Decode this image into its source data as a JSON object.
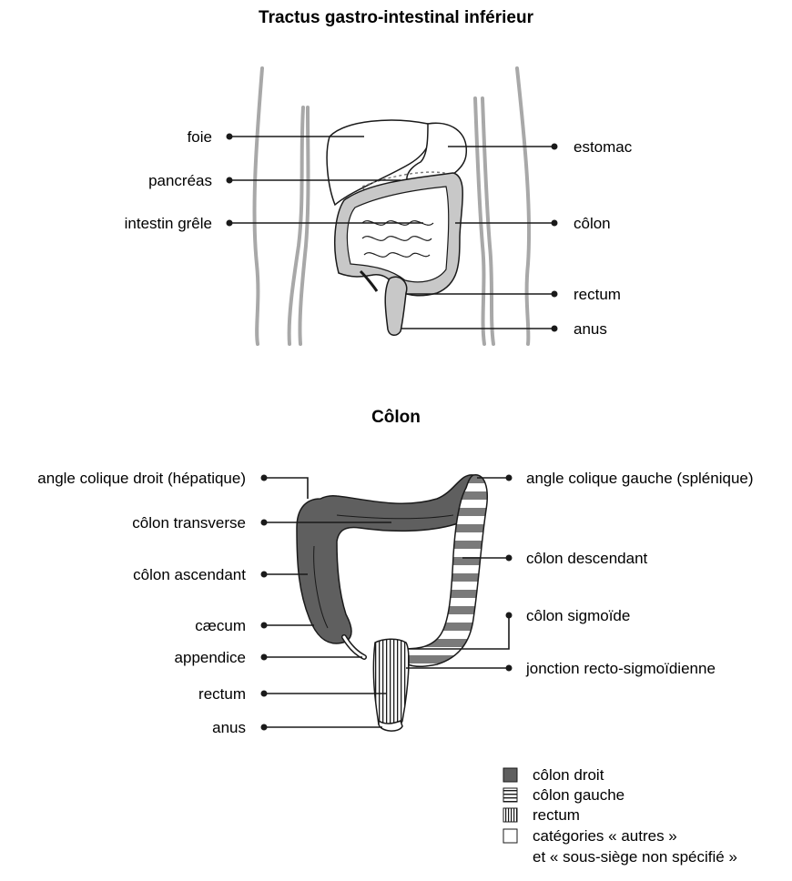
{
  "titles": {
    "top": "Tractus gastro-intestinal inférieur",
    "bottom": "Côlon"
  },
  "top_labels": {
    "foie": "foie",
    "pancreas": "pancréas",
    "intestin": "intestin grêle",
    "estomac": "estomac",
    "colon": "côlon",
    "rectum": "rectum",
    "anus": "anus"
  },
  "colon_labels": {
    "angle_droit": "angle colique droit (hépatique)",
    "transverse": "côlon transverse",
    "ascendant": "côlon ascendant",
    "caecum": "cæcum",
    "appendice": "appendice",
    "rectum": "rectum",
    "anus": "anus",
    "angle_gauche": "angle colique gauche (splénique)",
    "descendant": "côlon descendant",
    "sigmoide": "côlon sigmoïde",
    "jonction": "jonction recto-sigmoïdienne"
  },
  "legend": {
    "droit": "côlon droit",
    "gauche": "côlon gauche",
    "rectum": "rectum",
    "autres_1": "catégories « autres »",
    "autres_2": "et « sous-siège non spécifié »"
  },
  "colors": {
    "colon_droit": "#5f5f5f",
    "colon_gauche_stripe": "#7a7a7a",
    "organ_fill": "#c8c8c8",
    "body_outline": "#a8a8a8"
  }
}
